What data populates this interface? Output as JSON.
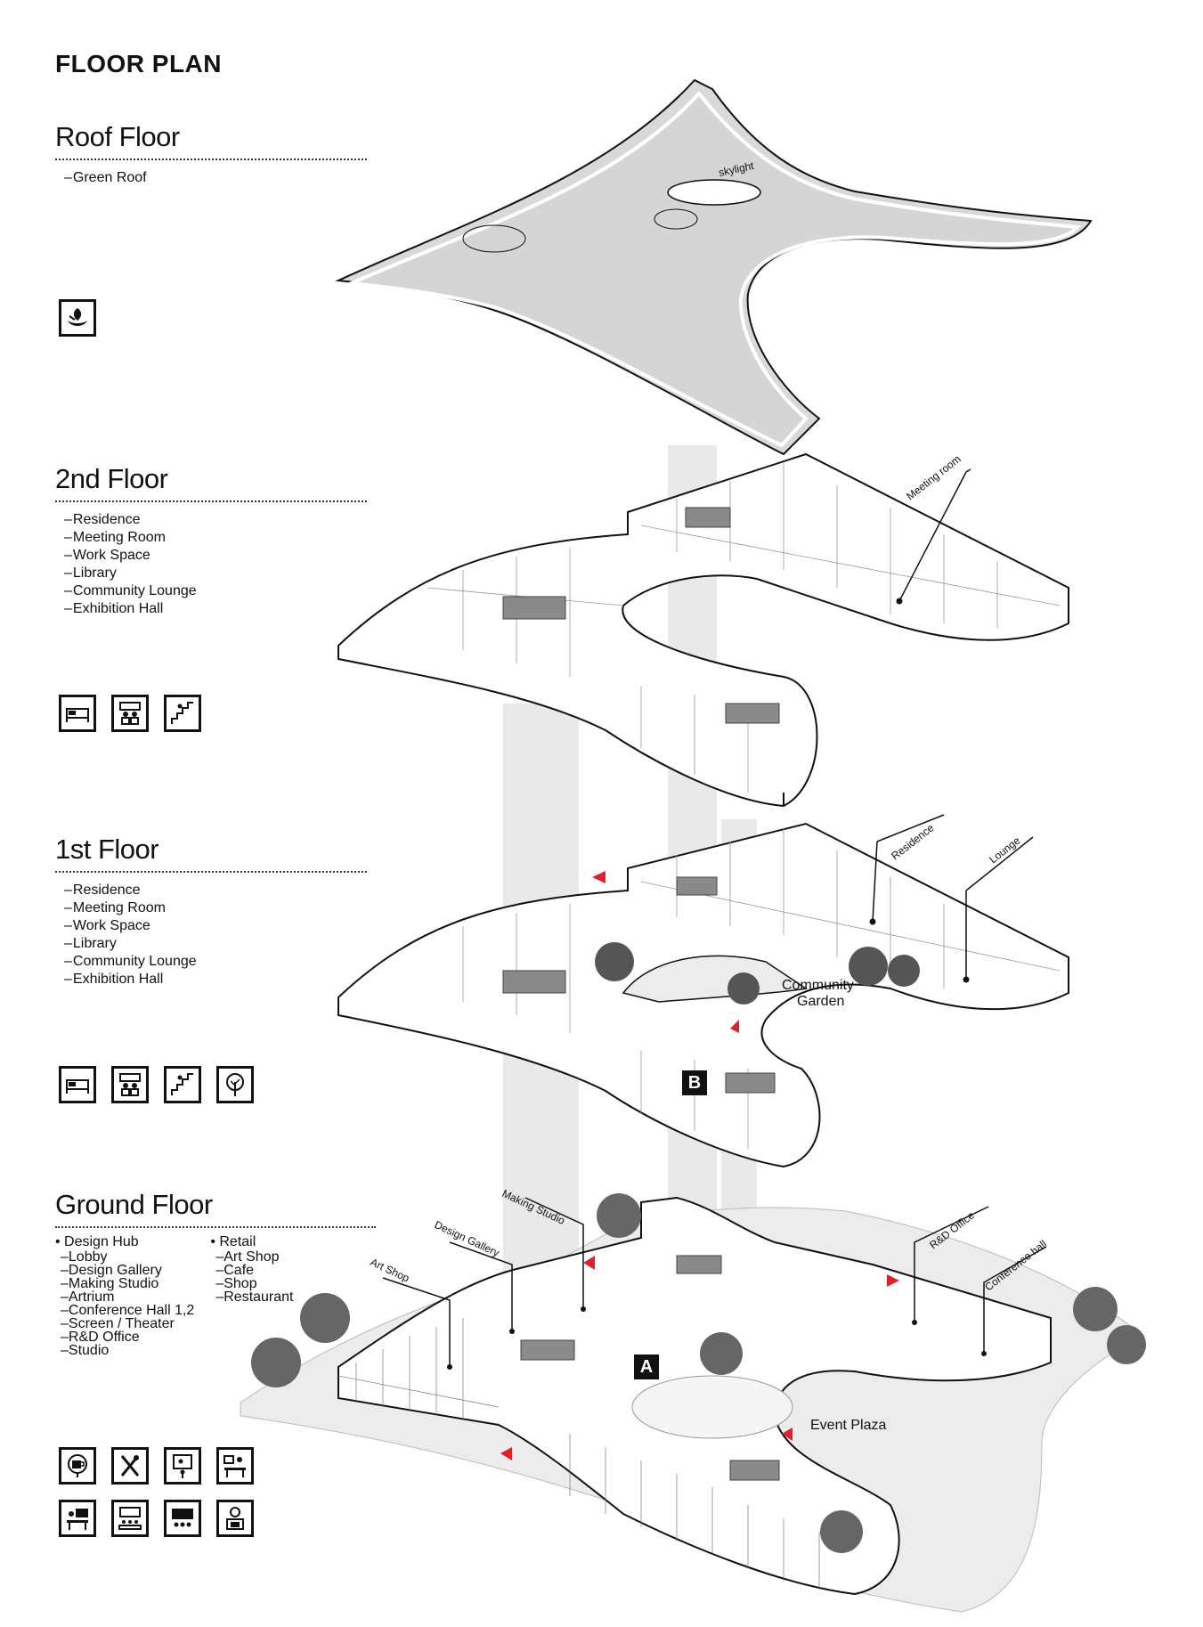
{
  "title": "FLOOR PLAN",
  "floors": {
    "roof": {
      "heading": "Roof Floor",
      "items": [
        "Green Roof"
      ],
      "icons": [
        "green-roof-icon"
      ],
      "plan_labels": {
        "skylight": "skylight"
      }
    },
    "second": {
      "heading": "2nd Floor",
      "items": [
        "Residence",
        "Meeting Room",
        "Work Space",
        "Library",
        "Community Lounge",
        "Exhibition Hall"
      ],
      "icons": [
        "bed-icon",
        "meeting-icon",
        "stairs-icon"
      ],
      "plan_labels": {
        "meeting_room": "Meeting room"
      }
    },
    "first": {
      "heading": "1st Floor",
      "items": [
        "Residence",
        "Meeting Room",
        "Work Space",
        "Library",
        "Community Lounge",
        "Exhibition Hall"
      ],
      "icons": [
        "bed-icon",
        "meeting-icon",
        "stairs-icon",
        "tree-icon"
      ],
      "plan_labels": {
        "residence": "Residence",
        "lounge": "Lounge",
        "garden_line1": "Community",
        "garden_line2": "Garden",
        "marker": "B"
      }
    },
    "ground": {
      "heading": "Ground Floor",
      "design_hub": {
        "heading": "Design Hub",
        "items": [
          "Lobby",
          "Design Gallery",
          "Making Studio",
          "Artrium",
          "Conference Hall 1,2",
          "Screen / Theater",
          "R&D Office",
          "Studio"
        ]
      },
      "retail": {
        "heading": "Retail",
        "items": [
          "Art Shop",
          "Cafe",
          "Shop",
          "Restaurant"
        ]
      },
      "icons_row1": [
        "cafe-icon",
        "restaurant-icon",
        "gallery-icon",
        "studio-icon"
      ],
      "icons_row2": [
        "office-icon",
        "conference-icon",
        "theater-icon",
        "workspace-icon"
      ],
      "plan_labels": {
        "making_studio": "Making Studio",
        "design_gallery": "Design Gallery",
        "art_shop": "Art Shop",
        "rd_office": "R&D Office",
        "conference_hall": "Conference hall",
        "event_plaza": "Event Plaza",
        "marker": "A"
      }
    }
  },
  "colors": {
    "slab_fill": "#d9d9d9",
    "line": "#111111",
    "entrance_arrow": "#e0202a",
    "void_shaft": "#e6e6e6"
  }
}
